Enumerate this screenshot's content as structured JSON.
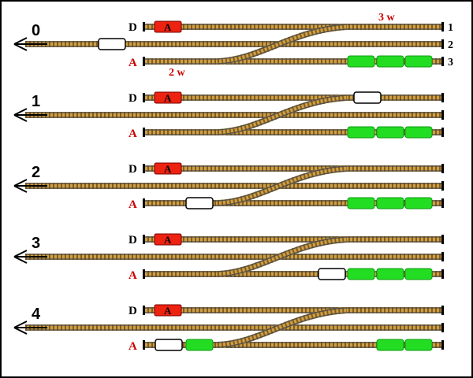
{
  "colors": {
    "rail": "#4a4a4a",
    "ballast": "#c9a24a",
    "tie": "#8a5a1a",
    "locomotive": "#ee2211",
    "wagon_green": "#22dd22",
    "wagon_white": "#ffffff",
    "frame": "#000000"
  },
  "labels": {
    "departure": "D",
    "arrival": "A",
    "track_1": "1",
    "track_2": "2",
    "track_3": "3",
    "siding_capacity": "3 w",
    "lead_capacity": "2 w",
    "locomotive_letter": "A"
  },
  "steps": [
    {
      "number": "0",
      "vehicles": [
        {
          "kind": "loco",
          "track": "top",
          "slot": "loco"
        },
        {
          "kind": "white",
          "track": "main",
          "slot": "main-left"
        },
        {
          "kind": "green",
          "track": "bottom",
          "slot": "far-1"
        },
        {
          "kind": "green",
          "track": "bottom",
          "slot": "far-2"
        },
        {
          "kind": "green",
          "track": "bottom",
          "slot": "far-3"
        }
      ]
    },
    {
      "number": "1",
      "vehicles": [
        {
          "kind": "loco",
          "track": "top",
          "slot": "loco"
        },
        {
          "kind": "white",
          "track": "top",
          "slot": "top-right"
        },
        {
          "kind": "green",
          "track": "bottom",
          "slot": "far-1"
        },
        {
          "kind": "green",
          "track": "bottom",
          "slot": "far-2"
        },
        {
          "kind": "green",
          "track": "bottom",
          "slot": "far-3"
        }
      ]
    },
    {
      "number": "2",
      "vehicles": [
        {
          "kind": "loco",
          "track": "top",
          "slot": "loco"
        },
        {
          "kind": "white",
          "track": "bottom",
          "slot": "lead"
        },
        {
          "kind": "green",
          "track": "bottom",
          "slot": "far-1"
        },
        {
          "kind": "green",
          "track": "bottom",
          "slot": "far-2"
        },
        {
          "kind": "green",
          "track": "bottom",
          "slot": "far-3"
        }
      ]
    },
    {
      "number": "3",
      "vehicles": [
        {
          "kind": "loco",
          "track": "top",
          "slot": "loco"
        },
        {
          "kind": "white",
          "track": "bottom",
          "slot": "coupled"
        },
        {
          "kind": "green",
          "track": "bottom",
          "slot": "far-1"
        },
        {
          "kind": "green",
          "track": "bottom",
          "slot": "far-2"
        },
        {
          "kind": "green",
          "track": "bottom",
          "slot": "far-3"
        }
      ]
    },
    {
      "number": "4",
      "vehicles": [
        {
          "kind": "loco",
          "track": "top",
          "slot": "loco"
        },
        {
          "kind": "white",
          "track": "bottom",
          "slot": "near-1"
        },
        {
          "kind": "green",
          "track": "bottom",
          "slot": "near-2"
        },
        {
          "kind": "green",
          "track": "bottom",
          "slot": "far-2"
        },
        {
          "kind": "green",
          "track": "bottom",
          "slot": "far-3"
        }
      ]
    }
  ]
}
